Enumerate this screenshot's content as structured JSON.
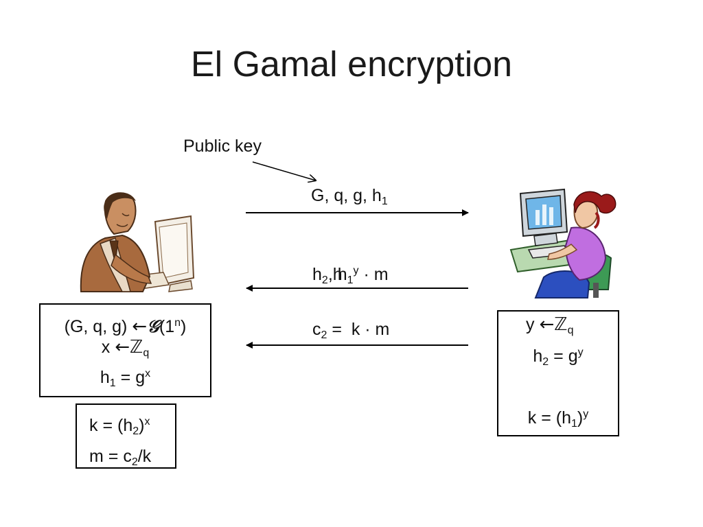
{
  "slide": {
    "title": "El Gamal encryption",
    "public_key_label": "Public key"
  },
  "messages": {
    "m1": {
      "base": "G, q, g, h",
      "sub": "1"
    },
    "m2": {
      "h2": "h",
      "h2_sub": "2",
      "sep": ", ",
      "h1": "h",
      "h1_sub": "1",
      "exp": "y",
      "tail": " · m"
    },
    "m3": {
      "c": "c",
      "c_sub": "2",
      "rest": " =  k · m"
    }
  },
  "left_box": {
    "line1_pre": "(G, q, g) ",
    "arrow": "←",
    "gcal": "𝒢",
    "line1_post": "(1",
    "line1_exp": "n",
    "line1_close": ")",
    "line2_pre": "x ",
    "zz": "ℤ",
    "zz_sub": "q",
    "line3_base": "h",
    "line3_sub": "1",
    "line3_mid": " = g",
    "line3_exp": "x"
  },
  "left_box2": {
    "l1_pre": "k = (h",
    "l1_sub": "2",
    "l1_post": ")",
    "l1_exp": "x",
    "l2_pre": "m = c",
    "l2_sub": "2",
    "l2_post": "/k"
  },
  "right_box": {
    "line1_pre": "y ",
    "arrow": "←",
    "zz": "ℤ",
    "zz_sub": "q",
    "line2_base": "h",
    "line2_sub": "2",
    "line2_mid": " = g",
    "line2_exp": "y",
    "line3_pre": "k = (h",
    "line3_sub": "1",
    "line3_post": ")",
    "line3_exp": "y"
  },
  "icons": {
    "sender": "businessman-at-computer-icon",
    "receiver": "woman-at-computer-icon"
  }
}
